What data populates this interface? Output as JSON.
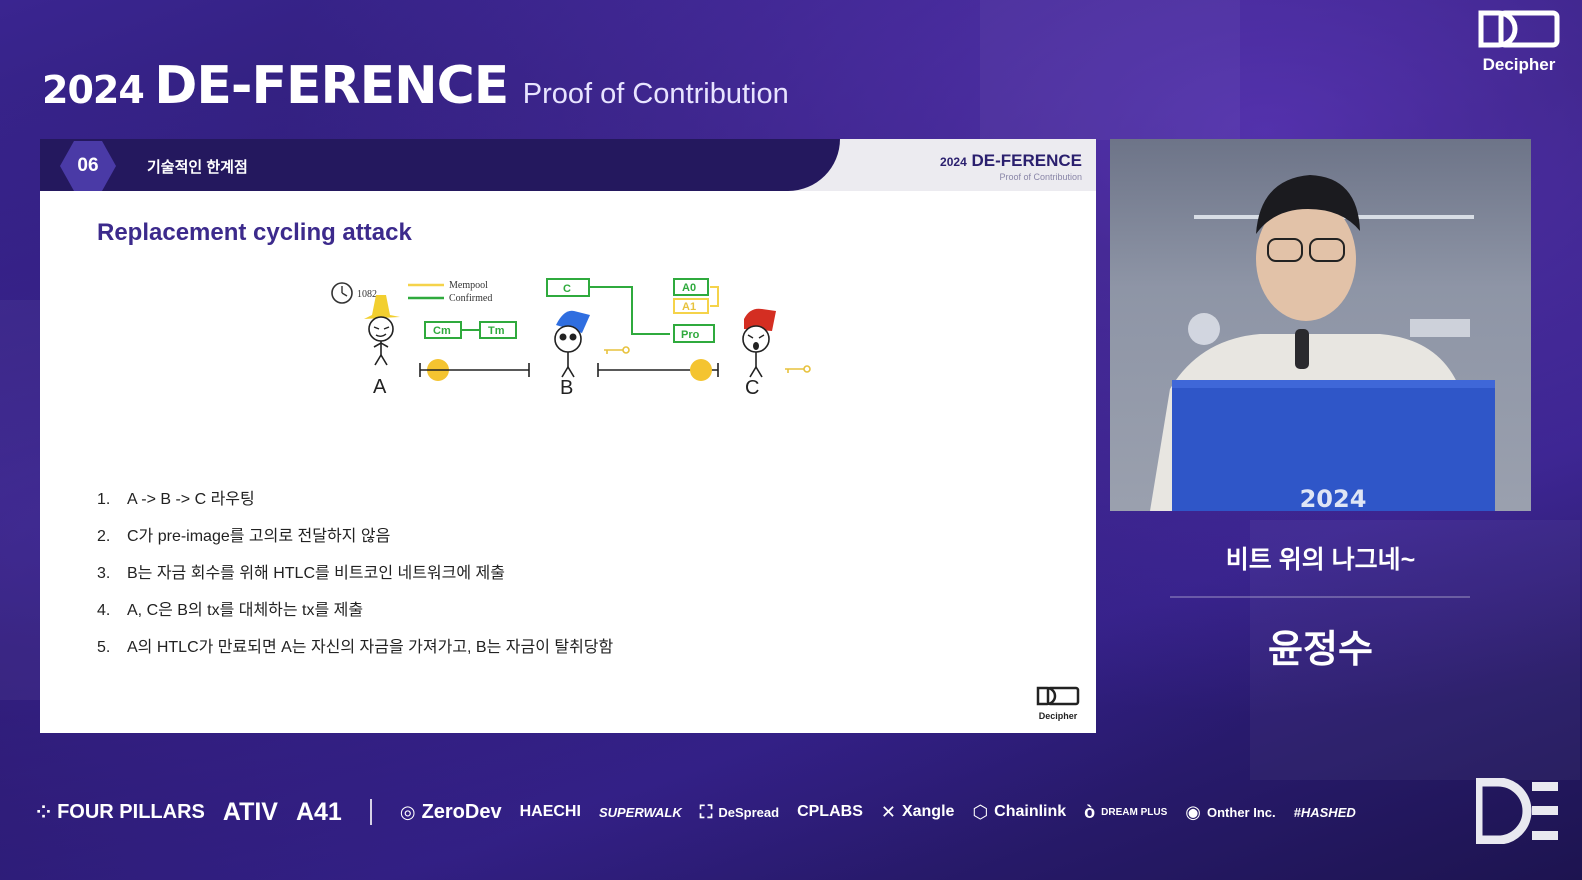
{
  "event": {
    "year": "2024",
    "name": "DE-FERENCE",
    "subtitle": "Proof of Contribution",
    "brand": "Decipher"
  },
  "slide": {
    "section_number": "06",
    "section_title": "기술적인 한계점",
    "band_logo_year": "2024",
    "band_logo_name": "DE-FERENCE",
    "band_logo_sub": "Proof of Contribution",
    "heading": "Replacement cycling attack",
    "diagram": {
      "block_height": "1082",
      "legend_mempool": "Mempool",
      "legend_confirmed": "Confirmed",
      "nodes": [
        "A",
        "B",
        "C"
      ],
      "boxes": {
        "c": "C",
        "cm": "Cm",
        "tm": "Tm",
        "a0": "A0",
        "a1": "A1",
        "pro": "Pro"
      },
      "colors": {
        "mempool": "#f5d34a",
        "confirmed": "#2faa3d",
        "coin": "#f4c430"
      }
    },
    "points": [
      {
        "num": "1.",
        "text": "A -> B -> C 라우팅"
      },
      {
        "num": "2.",
        "text": "C가 pre-image를 고의로 전달하지 않음"
      },
      {
        "num": "3.",
        "text": "B는 자금 회수를 위해 HTLC를 비트코인 네트워크에 제출"
      },
      {
        "num": "4.",
        "text": "A, C은 B의 tx를 대체하는 tx를 제출"
      },
      {
        "num": "5.",
        "text": "A의 HTLC가 만료되면 A는 자신의 자금을 가져가고, B는 자금이 탈취당함"
      }
    ],
    "logo_text": "Decipher"
  },
  "speaker": {
    "podium_text": "2024",
    "talk_title": "비트 위의 나그네~",
    "name": "윤정수"
  },
  "sponsors": {
    "group1": [
      "FOUR PILLARS",
      "ATIV",
      "A41"
    ],
    "group2": [
      "ZeroDev",
      "HAECHI",
      "SUPERWALK",
      "DeSpread",
      "CPLABS",
      "Xangle",
      "Chainlink",
      "DREAM PLUS",
      "Onther Inc.",
      "#HASHED"
    ]
  }
}
